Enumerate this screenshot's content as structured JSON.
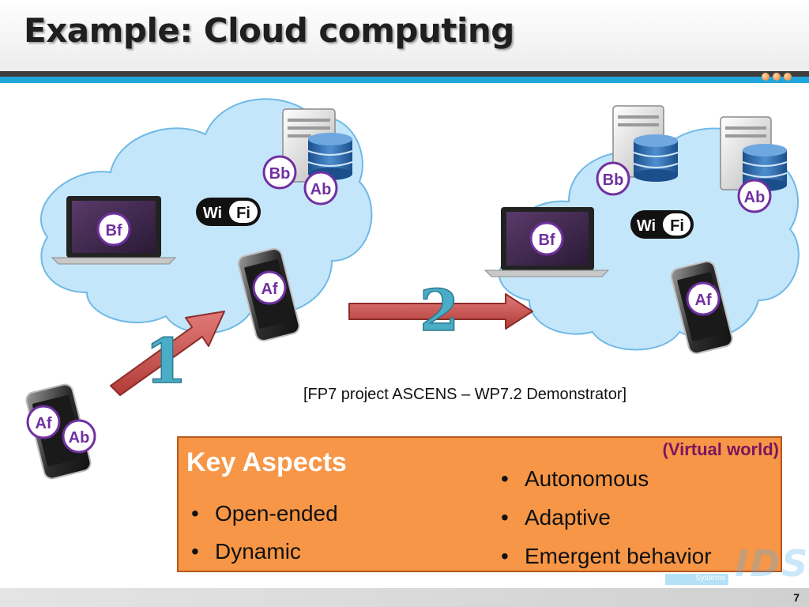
{
  "slide": {
    "title": "Example: Cloud computing",
    "citation": "[FP7 project ASCENS – WP7.2 Demonstrator]",
    "page_number": "7"
  },
  "diagram": {
    "step1": "1",
    "step2": "2",
    "wifi_left": "Wi",
    "wifi_right": "Fi",
    "left_scene": {
      "server_badges": [
        "Bb",
        "Ab"
      ],
      "laptop_badge": "Bf",
      "phone_in_cloud_badge": "Af"
    },
    "right_scene": {
      "server1_badge": "Bb",
      "server2_badge": "Ab",
      "laptop_badge": "Bf",
      "phone_badge": "Af"
    },
    "outside_phone_badges": [
      "Af",
      "Ab"
    ],
    "colors": {
      "cloud": "#c4e6fa",
      "badge_border": "#7030a0",
      "badge_text": "#7030a0",
      "arrow": "#c0504d",
      "step_number": "#4bacc6"
    }
  },
  "key_aspects": {
    "heading": "Key Aspects",
    "virtual_label": "(Virtual world)",
    "left_items": [
      "Open-ended",
      "Dynamic"
    ],
    "right_items": [
      "Autonomous",
      "Adaptive",
      "Emergent behavior"
    ],
    "bullet": "•"
  },
  "watermark": {
    "text": "IDSS",
    "subtext": "Systems"
  }
}
